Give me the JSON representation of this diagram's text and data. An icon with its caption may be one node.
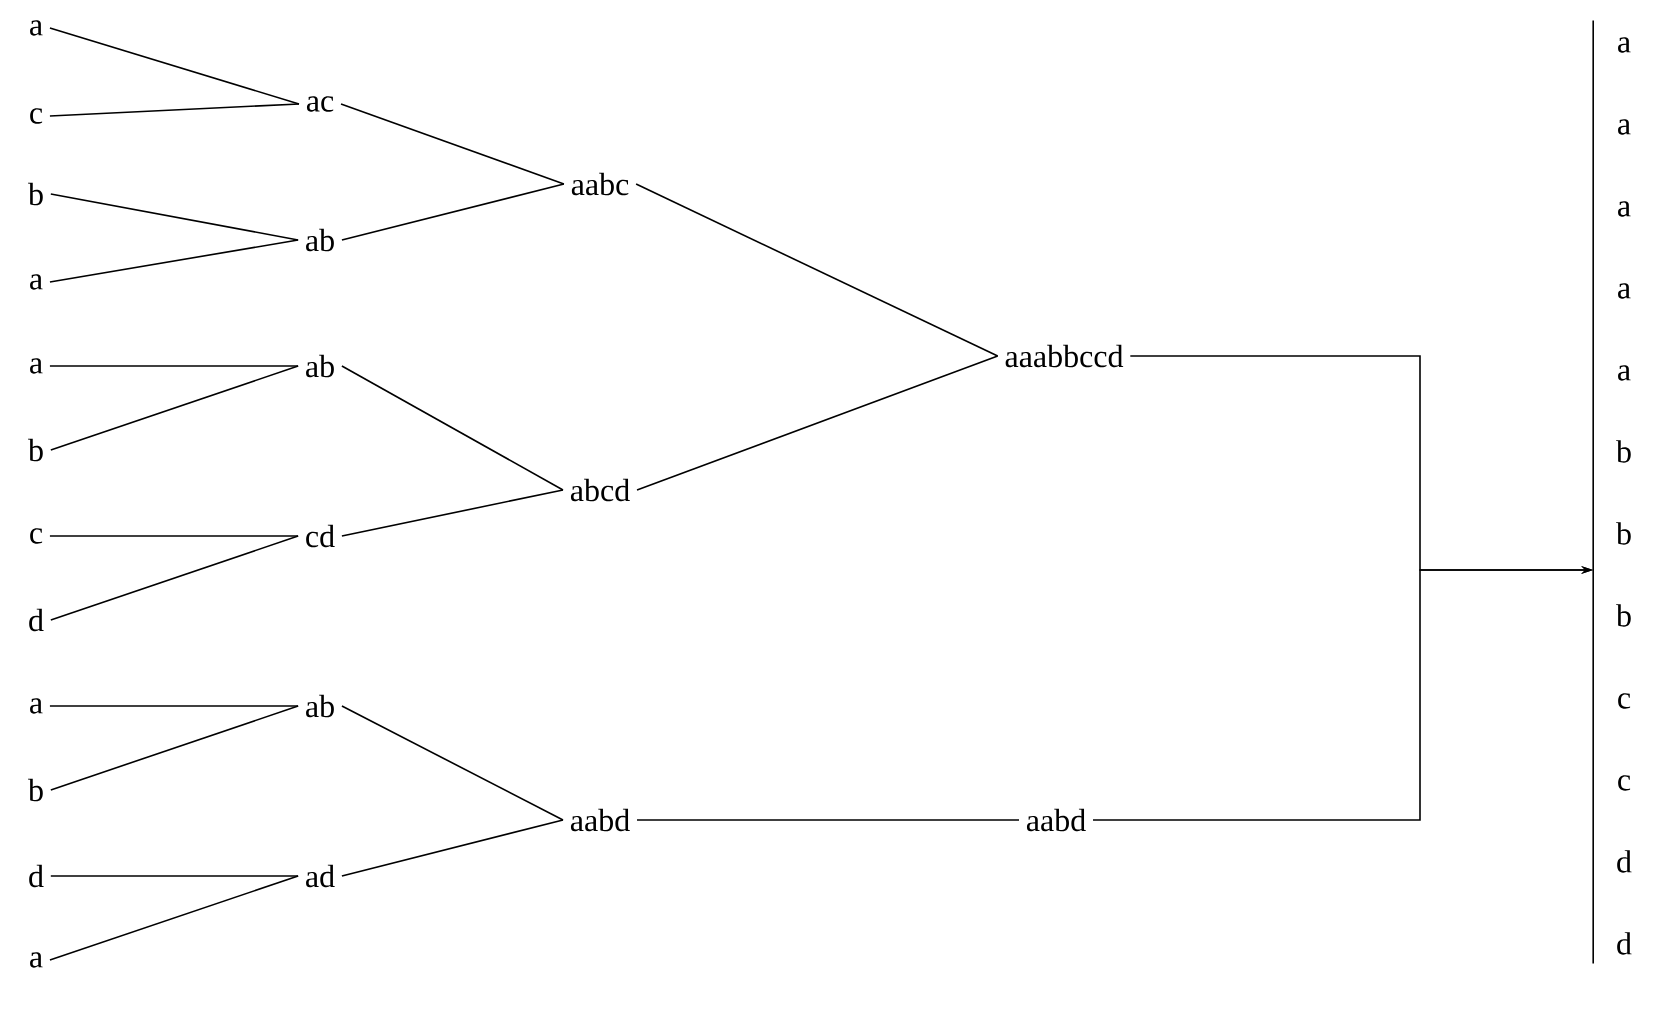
{
  "diagram": {
    "nodes": [
      {
        "text": [
          "a"
        ]
      },
      {
        "text": [
          "c"
        ]
      },
      {
        "text": [
          "b"
        ]
      },
      {
        "text": [
          "a"
        ]
      },
      {
        "text": [
          "a"
        ]
      },
      {
        "text": [
          "b"
        ]
      },
      {
        "text": [
          "c"
        ]
      },
      {
        "text": [
          "d"
        ]
      },
      {
        "text": [
          "a"
        ]
      },
      {
        "text": [
          "b"
        ]
      },
      {
        "text": [
          "d"
        ]
      },
      {
        "text": [
          "a"
        ]
      },
      {
        "text": [
          "ac"
        ]
      },
      {
        "text": [
          "ab"
        ]
      },
      {
        "text": [
          "ab"
        ]
      },
      {
        "text": [
          "cd"
        ]
      },
      {
        "text": [
          "ab"
        ]
      },
      {
        "text": [
          "ad"
        ]
      },
      {
        "text": [
          "aabc"
        ]
      },
      {
        "text": [
          "abcd"
        ]
      },
      {
        "text": [
          "aabd"
        ]
      },
      {
        "text": [
          "aaabbccd"
        ]
      },
      {
        "text": [
          "aabd"
        ]
      },
      {
        "text": [
          "a",
          "a",
          "a",
          "a",
          "a",
          "b",
          "b",
          "b",
          "c",
          "c",
          "d",
          "d"
        ]
      }
    ],
    "edges": [
      {
        "from": 0,
        "to": 12,
        "arrow": "none"
      },
      {
        "from": 1,
        "to": 12,
        "arrow": "none"
      },
      {
        "from": 2,
        "to": 13,
        "arrow": "none"
      },
      {
        "from": 3,
        "to": 13,
        "arrow": "none"
      },
      {
        "from": 4,
        "to": 14,
        "arrow": "none"
      },
      {
        "from": 5,
        "to": 14,
        "arrow": "none"
      },
      {
        "from": 6,
        "to": 15,
        "arrow": "none"
      },
      {
        "from": 7,
        "to": 15,
        "arrow": "none"
      },
      {
        "from": 8,
        "to": 16,
        "arrow": "none"
      },
      {
        "from": 9,
        "to": 16,
        "arrow": "none"
      },
      {
        "from": 10,
        "to": 17,
        "arrow": "none"
      },
      {
        "from": 11,
        "to": 17,
        "arrow": "none"
      },
      {
        "from": 12,
        "to": 18,
        "arrow": "none"
      },
      {
        "from": 13,
        "to": 18,
        "arrow": "none"
      },
      {
        "from": 14,
        "to": 19,
        "arrow": "none"
      },
      {
        "from": 15,
        "to": 19,
        "arrow": "none"
      },
      {
        "from": 16,
        "to": 20,
        "arrow": "none"
      },
      {
        "from": 17,
        "to": 20,
        "arrow": "none"
      },
      {
        "from": 18,
        "to": 21,
        "arrow": "none"
      },
      {
        "from": 19,
        "to": 21,
        "arrow": "none"
      },
      {
        "from": 20,
        "to": 22,
        "arrow": "none"
      },
      {
        "from": 21,
        "to": 23,
        "arrow": "to"
      },
      {
        "from": 22,
        "to": 23,
        "arrow": "to"
      }
    ]
  }
}
